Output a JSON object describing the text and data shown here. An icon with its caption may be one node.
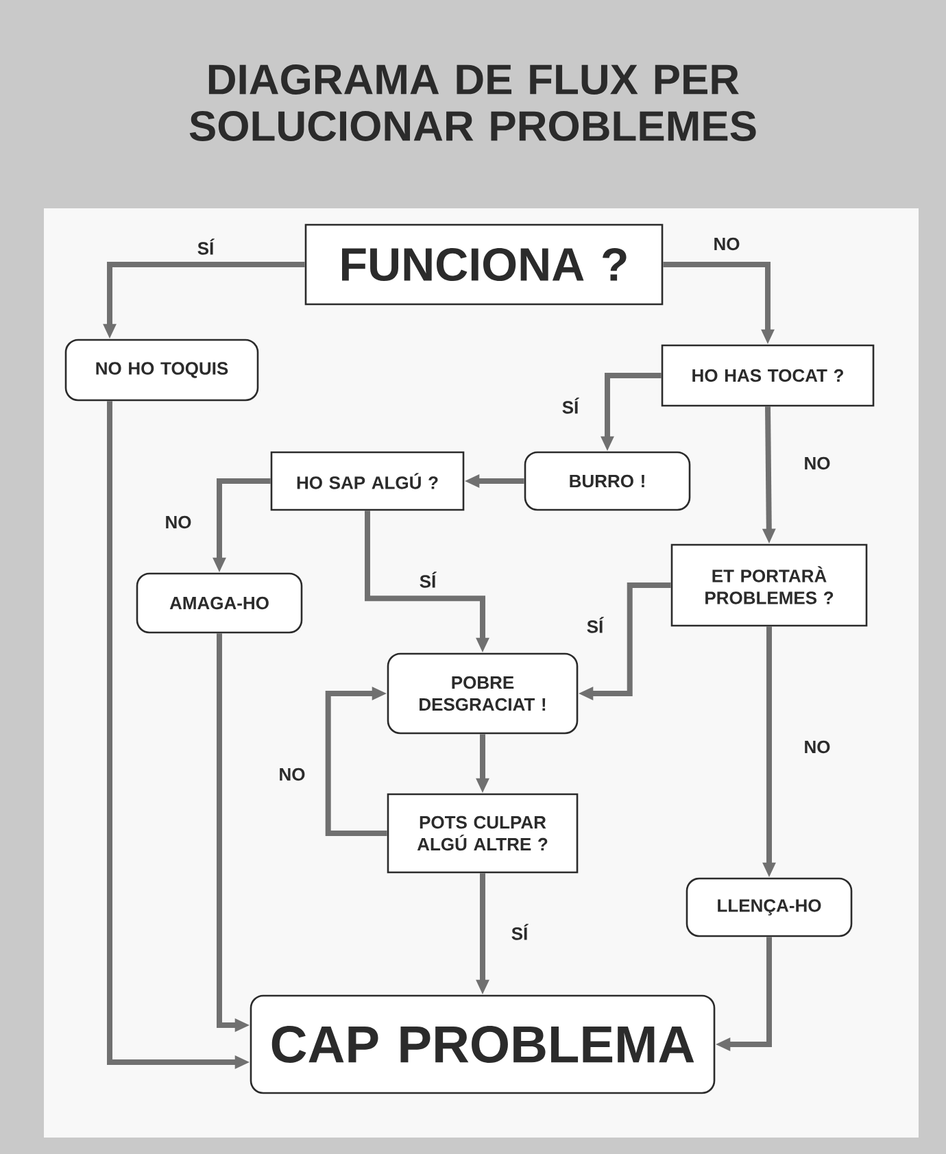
{
  "diagram": {
    "title": "DIAGRAMA DE FLUX PER SOLUCIONAR PROBLEMES",
    "nodes": [
      {
        "text": [
          "FUNCIONA ?"
        ]
      },
      {
        "text": [
          "NO HO TOQUIS"
        ]
      },
      {
        "text": [
          "HO HAS TOCAT ?"
        ]
      },
      {
        "text": [
          "BURRO !"
        ]
      },
      {
        "text": [
          "HO SAP ALGÚ ?"
        ]
      },
      {
        "text": [
          "AMAGA-HO"
        ]
      },
      {
        "text": [
          "ET PORTARÀ PROBLEMES ?"
        ]
      },
      {
        "text": [
          "POBRE DESGRACIAT !"
        ]
      },
      {
        "text": [
          "POTS CULPAR ALGÚ ALTRE ?"
        ]
      },
      {
        "text": [
          "LLENÇA-HO"
        ]
      },
      {
        "text": [
          "CAP PROBLEMA"
        ]
      }
    ],
    "edges": [
      {
        "from": 0,
        "to": 1,
        "arrow": "to",
        "label": "SÍ"
      },
      {
        "from": 0,
        "to": 2,
        "arrow": "to",
        "label": "NO"
      },
      {
        "from": 2,
        "to": 3,
        "arrow": "to",
        "label": "SÍ"
      },
      {
        "from": 2,
        "to": 6,
        "arrow": "to",
        "label": "NO"
      },
      {
        "from": 3,
        "to": 4,
        "arrow": "to"
      },
      {
        "from": 4,
        "to": 5,
        "arrow": "to",
        "label": "NO"
      },
      {
        "from": 4,
        "to": 7,
        "arrow": "to",
        "label": "SÍ"
      },
      {
        "from": 6,
        "to": 7,
        "arrow": "to",
        "label": "SÍ"
      },
      {
        "from": 7,
        "to": 8,
        "arrow": "to"
      },
      {
        "from": 8,
        "to": 7,
        "arrow": "to",
        "label": "NO"
      },
      {
        "from": 8,
        "to": 10,
        "arrow": "to",
        "label": "SÍ"
      },
      {
        "from": 6,
        "to": 9,
        "arrow": "to",
        "label": "NO"
      },
      {
        "from": 9,
        "to": 10,
        "arrow": "to"
      },
      {
        "from": 1,
        "to": 10,
        "arrow": "to"
      },
      {
        "from": 5,
        "to": 10,
        "arrow": "to"
      }
    ]
  }
}
